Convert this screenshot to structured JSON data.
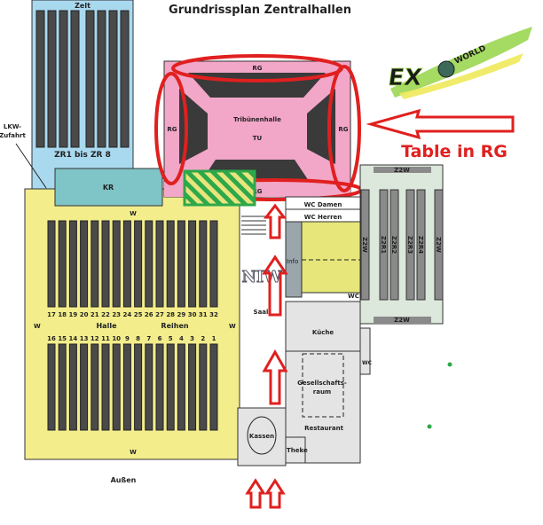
{
  "title": "Grundrissplan Zentralhallen",
  "zelt": {
    "label": "Zelt",
    "rows_label": "ZR1 bis ZR 8"
  },
  "lkw": {
    "line1": "LKW-",
    "line2": "Zufahrt"
  },
  "kr": "KR",
  "tribuene": {
    "name": "Tribünenhalle",
    "code": "TU",
    "rg_top": "RG",
    "rg_left": "RG",
    "rg_right": "RG",
    "rg_bottom": "RG"
  },
  "halle": {
    "label_left": "Halle",
    "label_right": "Reihen",
    "top_rows": [
      "17",
      "18",
      "19",
      "20",
      "21",
      "22",
      "23",
      "24",
      "25",
      "26",
      "27",
      "28",
      "29",
      "30",
      "31",
      "32"
    ],
    "bottom_rows": [
      "16",
      "15",
      "14",
      "13",
      "12",
      "11",
      "10",
      "9",
      "8",
      "7",
      "6",
      "5",
      "4",
      "3",
      "2",
      "1"
    ],
    "wall": "W",
    "outside": "Außen"
  },
  "rooms": {
    "wc_damen": "WC Damen",
    "wc_herren": "WC Herren",
    "info": "Info",
    "wc": "WC",
    "saal": "Saal",
    "kueche": "Küche",
    "gesellschaft1": "Gesellschafts-",
    "gesellschaft2": "raum",
    "restaurant": "Restaurant",
    "theke": "Theke",
    "kassen": "Kassen",
    "niw": "NIW"
  },
  "z2": {
    "wall": "Z2W",
    "rows": [
      "Z2R1",
      "Z2R2",
      "Z2R3",
      "Z2R4"
    ]
  },
  "logo": "EXOWORLD",
  "annotation": "Table in RG",
  "colors": {
    "zelt": "#a9d9ef",
    "halle": "#f3ed8c",
    "tribuene": "#f2a6c8",
    "highlight": "#e0201f",
    "table": "#2da84a"
  }
}
